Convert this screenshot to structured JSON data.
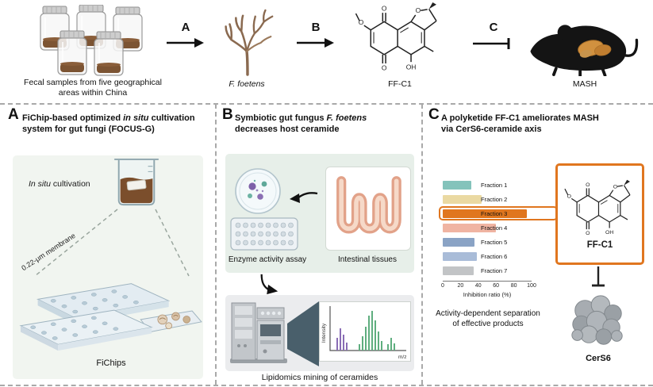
{
  "top": {
    "fecal_label": "Fecal samples from five geographical areas within China",
    "arrow_a_label": "A",
    "fungus_label": "F. foetens",
    "arrow_b_label": "B",
    "compound_label": "FF-C1",
    "arrow_c_label": "C",
    "disease_label": "MASH"
  },
  "panel_a": {
    "letter": "A",
    "title": {
      "pre": "FiChip-based optimized ",
      "italic": "in situ",
      "post": " cultivation"
    },
    "title_line2": "system for gut fungi (FOCUS-G)",
    "in_situ": {
      "italic": "In situ",
      "post": " cultivation"
    },
    "membrane_label": "0.22-μm membrane",
    "fichips_label": "FiChips"
  },
  "panel_b": {
    "letter": "B",
    "title": {
      "pre": "Symbiotic gut fungus ",
      "italic": "F. foetens"
    },
    "title_line2": "decreases host ceramide",
    "enzyme_label": "Enzyme activity assay",
    "intestinal_label": "Intestinal tissues",
    "lipidomics_label": "Lipidomics mining of ceramides",
    "spectrum": {
      "ylabel": "Intensity",
      "xlabel": "m/z"
    }
  },
  "panel_c": {
    "letter": "C",
    "title_line1": "A polyketide FF-C1 ameliorates MASH",
    "title_line2": "via CerS6-ceramide axis",
    "compound_label": "FF-C1",
    "target_label": "CerS6",
    "caption_line1": "Activity-dependent separation",
    "caption_line2": "of effective products"
  },
  "chart_data": {
    "type": "bar",
    "orientation": "horizontal",
    "title": "",
    "categories": [
      "Fraction 1",
      "Fraction 2",
      "Fraction 3",
      "Fraction 4",
      "Fraction 5",
      "Fraction 6",
      "Fraction 7"
    ],
    "values": [
      32,
      44,
      95,
      60,
      36,
      38,
      35
    ],
    "colors": [
      "#84c3bb",
      "#ead9a2",
      "#e0761f",
      "#f0b4a2",
      "#8aa3c5",
      "#a9bcd8",
      "#c2c4c6"
    ],
    "highlight_index": 2,
    "highlight_color": "#e0761f",
    "xlabel": "Inhibition ratio (%)",
    "xlim": [
      0,
      100
    ],
    "xticks": [
      0,
      20,
      40,
      60,
      80,
      100
    ],
    "grid": false,
    "legend": null
  },
  "colors": {
    "accent_orange": "#e0761f",
    "panel_a_bg": "#f1f5f0",
    "panel_b_top_bg": "#e7efe9",
    "panel_b_bottom_bg": "#ebecee"
  }
}
